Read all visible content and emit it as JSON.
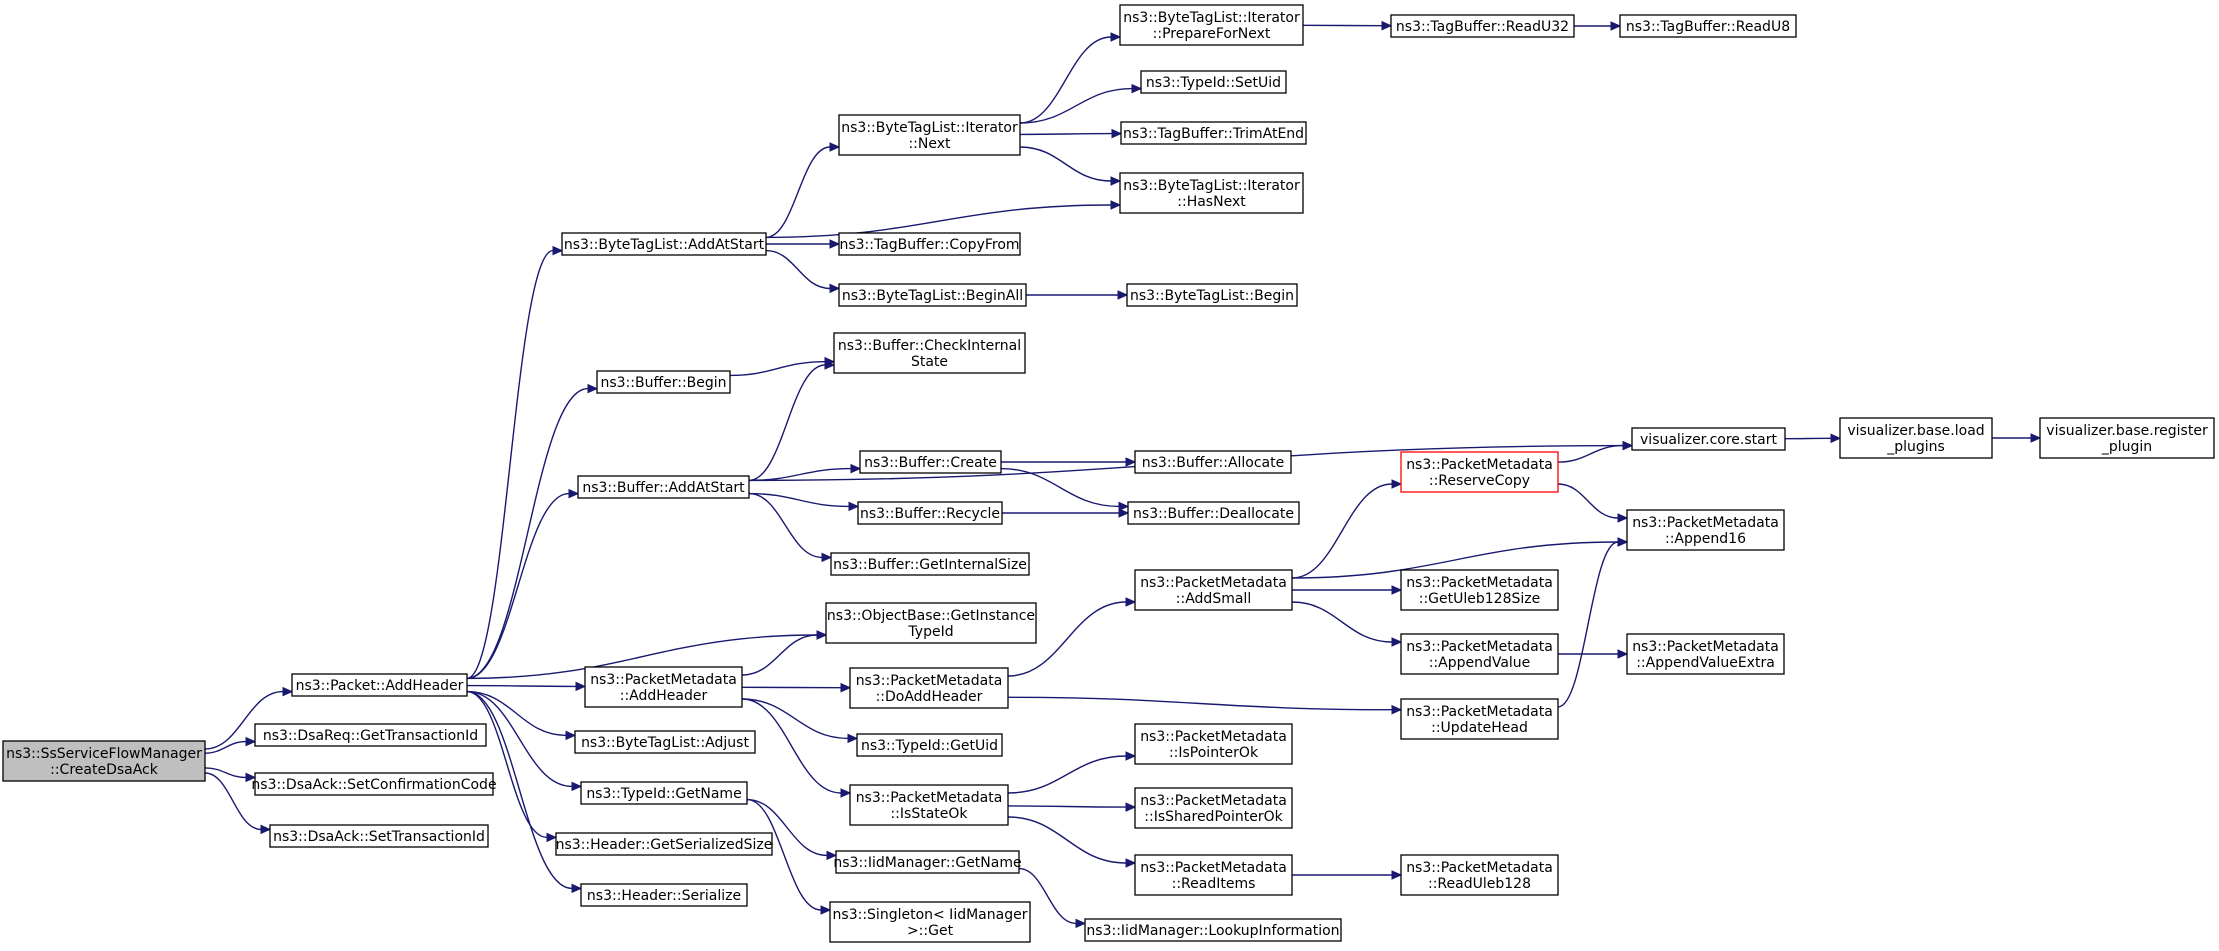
{
  "colors": {
    "edge": "#191970",
    "root_fill": "#bfbfbf",
    "highlight_border": "#ff0000",
    "node_border": "#000000"
  },
  "nodes": [
    {
      "id": "root",
      "lines": [
        "ns3::SsServiceFlowManager",
        "::CreateDsaAck"
      ],
      "style": "root"
    },
    {
      "id": "addheader",
      "lines": [
        "ns3::Packet::AddHeader"
      ]
    },
    {
      "id": "dsareq_gettid",
      "lines": [
        "ns3::DsaReq::GetTransactionId"
      ]
    },
    {
      "id": "dsaack_setconf",
      "lines": [
        "ns3::DsaAck::SetConfirmationCode"
      ]
    },
    {
      "id": "dsaack_settid",
      "lines": [
        "ns3::DsaAck::SetTransactionId"
      ]
    },
    {
      "id": "btl_addatstart",
      "lines": [
        "ns3::ByteTagList::AddAtStart"
      ]
    },
    {
      "id": "buf_begin",
      "lines": [
        "ns3::Buffer::Begin"
      ]
    },
    {
      "id": "buf_addatstart",
      "lines": [
        "ns3::Buffer::AddAtStart"
      ]
    },
    {
      "id": "pm_addheader",
      "lines": [
        "ns3::PacketMetadata",
        "::AddHeader"
      ]
    },
    {
      "id": "btl_adjust",
      "lines": [
        "ns3::ByteTagList::Adjust"
      ]
    },
    {
      "id": "typeid_getname",
      "lines": [
        "ns3::TypeId::GetName"
      ]
    },
    {
      "id": "hdr_getsize",
      "lines": [
        "ns3::Header::GetSerializedSize"
      ]
    },
    {
      "id": "hdr_serialize",
      "lines": [
        "ns3::Header::Serialize"
      ]
    },
    {
      "id": "btli_next",
      "lines": [
        "ns3::ByteTagList::Iterator",
        "::Next"
      ]
    },
    {
      "id": "tb_copyfrom",
      "lines": [
        "ns3::TagBuffer::CopyFrom"
      ]
    },
    {
      "id": "btl_beginall",
      "lines": [
        "ns3::ByteTagList::BeginAll"
      ]
    },
    {
      "id": "buf_checkinternal",
      "lines": [
        "ns3::Buffer::CheckInternal",
        "State"
      ]
    },
    {
      "id": "buf_create",
      "lines": [
        "ns3::Buffer::Create"
      ]
    },
    {
      "id": "buf_recycle",
      "lines": [
        "ns3::Buffer::Recycle"
      ]
    },
    {
      "id": "buf_getinternalsize",
      "lines": [
        "ns3::Buffer::GetInternalSize"
      ]
    },
    {
      "id": "ob_getinstancetypeid",
      "lines": [
        "ns3::ObjectBase::GetInstance",
        "TypeId"
      ]
    },
    {
      "id": "pm_doaddheader",
      "lines": [
        "ns3::PacketMetadata",
        "::DoAddHeader"
      ]
    },
    {
      "id": "typeid_getuid",
      "lines": [
        "ns3::TypeId::GetUid"
      ]
    },
    {
      "id": "pm_isstateok",
      "lines": [
        "ns3::PacketMetadata",
        "::IsStateOk"
      ]
    },
    {
      "id": "iid_getname",
      "lines": [
        "ns3::IidManager::GetName"
      ]
    },
    {
      "id": "singleton_get",
      "lines": [
        "ns3::Singleton< IidManager",
        " >::Get"
      ]
    },
    {
      "id": "btli_preparefornext",
      "lines": [
        "ns3::ByteTagList::Iterator",
        "::PrepareForNext"
      ]
    },
    {
      "id": "typeid_setuid",
      "lines": [
        "ns3::TypeId::SetUid"
      ]
    },
    {
      "id": "tb_trimatend",
      "lines": [
        "ns3::TagBuffer::TrimAtEnd"
      ]
    },
    {
      "id": "btli_hasnext",
      "lines": [
        "ns3::ByteTagList::Iterator",
        "::HasNext"
      ]
    },
    {
      "id": "btl_begin",
      "lines": [
        "ns3::ByteTagList::Begin"
      ]
    },
    {
      "id": "buf_allocate",
      "lines": [
        "ns3::Buffer::Allocate"
      ]
    },
    {
      "id": "buf_deallocate",
      "lines": [
        "ns3::Buffer::Deallocate"
      ]
    },
    {
      "id": "pm_addsmall",
      "lines": [
        "ns3::PacketMetadata",
        "::AddSmall"
      ]
    },
    {
      "id": "pm_ispointerok",
      "lines": [
        "ns3::PacketMetadata",
        "::IsPointerOk"
      ]
    },
    {
      "id": "pm_issharedpointerok",
      "lines": [
        "ns3::PacketMetadata",
        "::IsSharedPointerOk"
      ]
    },
    {
      "id": "pm_readitems",
      "lines": [
        "ns3::PacketMetadata",
        "::ReadItems"
      ]
    },
    {
      "id": "iid_lookupinfo",
      "lines": [
        "ns3::IidManager::LookupInformation"
      ]
    },
    {
      "id": "tb_readu32",
      "lines": [
        "ns3::TagBuffer::ReadU32"
      ]
    },
    {
      "id": "tb_readu8",
      "lines": [
        "ns3::TagBuffer::ReadU8"
      ]
    },
    {
      "id": "vis_core_start",
      "lines": [
        "visualizer.core.start"
      ]
    },
    {
      "id": "pm_reservecopy",
      "lines": [
        "ns3::PacketMetadata",
        "::ReserveCopy"
      ],
      "style": "highlight"
    },
    {
      "id": "pm_getuleb128size",
      "lines": [
        "ns3::PacketMetadata",
        "::GetUleb128Size"
      ]
    },
    {
      "id": "pm_appendvalue",
      "lines": [
        "ns3::PacketMetadata",
        "::AppendValue"
      ]
    },
    {
      "id": "pm_updatehead",
      "lines": [
        "ns3::PacketMetadata",
        "::UpdateHead"
      ]
    },
    {
      "id": "pm_readuleb128",
      "lines": [
        "ns3::PacketMetadata",
        "::ReadUleb128"
      ]
    },
    {
      "id": "vis_base_loadplugins",
      "lines": [
        "visualizer.base.load",
        "_plugins"
      ]
    },
    {
      "id": "pm_append16",
      "lines": [
        "ns3::PacketMetadata",
        "::Append16"
      ]
    },
    {
      "id": "pm_appendvalueextra",
      "lines": [
        "ns3::PacketMetadata",
        "::AppendValueExtra"
      ]
    },
    {
      "id": "vis_base_registerplugin",
      "lines": [
        "visualizer.base.register",
        "_plugin"
      ]
    }
  ],
  "edges": [
    [
      "root",
      "addheader"
    ],
    [
      "root",
      "dsareq_gettid"
    ],
    [
      "root",
      "dsaack_setconf"
    ],
    [
      "root",
      "dsaack_settid"
    ],
    [
      "addheader",
      "btl_addatstart"
    ],
    [
      "addheader",
      "buf_begin"
    ],
    [
      "addheader",
      "buf_addatstart"
    ],
    [
      "addheader",
      "ob_getinstancetypeid"
    ],
    [
      "addheader",
      "pm_addheader"
    ],
    [
      "addheader",
      "btl_adjust"
    ],
    [
      "addheader",
      "typeid_getname"
    ],
    [
      "addheader",
      "hdr_getsize"
    ],
    [
      "addheader",
      "hdr_serialize"
    ],
    [
      "btl_addatstart",
      "btli_next"
    ],
    [
      "btl_addatstart",
      "btli_hasnext"
    ],
    [
      "btl_addatstart",
      "tb_copyfrom"
    ],
    [
      "btl_addatstart",
      "btl_beginall"
    ],
    [
      "btli_next",
      "btli_preparefornext"
    ],
    [
      "btli_next",
      "typeid_setuid"
    ],
    [
      "btli_next",
      "tb_trimatend"
    ],
    [
      "btli_next",
      "btli_hasnext"
    ],
    [
      "btli_preparefornext",
      "tb_readu32"
    ],
    [
      "tb_readu32",
      "tb_readu8"
    ],
    [
      "btl_beginall",
      "btl_begin"
    ],
    [
      "buf_begin",
      "buf_checkinternal"
    ],
    [
      "buf_addatstart",
      "buf_checkinternal"
    ],
    [
      "buf_addatstart",
      "vis_core_start"
    ],
    [
      "buf_addatstart",
      "buf_create"
    ],
    [
      "buf_addatstart",
      "buf_recycle"
    ],
    [
      "buf_addatstart",
      "buf_getinternalsize"
    ],
    [
      "buf_create",
      "buf_allocate"
    ],
    [
      "buf_create",
      "buf_deallocate"
    ],
    [
      "buf_recycle",
      "buf_deallocate"
    ],
    [
      "vis_core_start",
      "vis_base_loadplugins"
    ],
    [
      "vis_base_loadplugins",
      "vis_base_registerplugin"
    ],
    [
      "pm_addheader",
      "ob_getinstancetypeid"
    ],
    [
      "pm_addheader",
      "pm_doaddheader"
    ],
    [
      "pm_addheader",
      "typeid_getuid"
    ],
    [
      "pm_addheader",
      "pm_isstateok"
    ],
    [
      "pm_doaddheader",
      "pm_addsmall"
    ],
    [
      "pm_doaddheader",
      "pm_updatehead"
    ],
    [
      "pm_addsmall",
      "pm_reservecopy"
    ],
    [
      "pm_addsmall",
      "pm_append16"
    ],
    [
      "pm_addsmall",
      "pm_getuleb128size"
    ],
    [
      "pm_addsmall",
      "pm_appendvalue"
    ],
    [
      "pm_reservecopy",
      "vis_core_start"
    ],
    [
      "pm_reservecopy",
      "pm_append16"
    ],
    [
      "pm_appendvalue",
      "pm_appendvalueextra"
    ],
    [
      "pm_updatehead",
      "pm_append16"
    ],
    [
      "pm_isstateok",
      "pm_ispointerok"
    ],
    [
      "pm_isstateok",
      "pm_issharedpointerok"
    ],
    [
      "pm_isstateok",
      "pm_readitems"
    ],
    [
      "pm_readitems",
      "pm_readuleb128"
    ],
    [
      "typeid_getname",
      "iid_getname"
    ],
    [
      "typeid_getname",
      "singleton_get"
    ],
    [
      "iid_getname",
      "iid_lookupinfo"
    ]
  ]
}
